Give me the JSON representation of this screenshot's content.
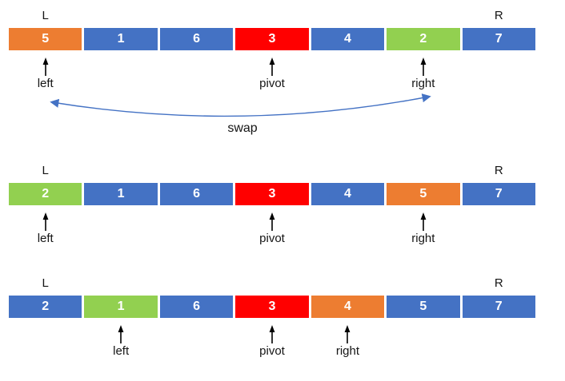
{
  "diagram": {
    "description": "quicksort-partition-steps",
    "colors": {
      "blue": "#4472C4",
      "orange": "#ED7D31",
      "red": "#FF0000",
      "green": "#92D050",
      "connector": "#4472C4",
      "pointer": "#000000"
    },
    "rows": [
      {
        "left_bound_label": "L",
        "right_bound_label": "R",
        "cells": [
          {
            "value": "5",
            "color": "orange"
          },
          {
            "value": "1",
            "color": "blue"
          },
          {
            "value": "6",
            "color": "blue"
          },
          {
            "value": "3",
            "color": "red"
          },
          {
            "value": "4",
            "color": "blue"
          },
          {
            "value": "2",
            "color": "green"
          },
          {
            "value": "7",
            "color": "blue"
          }
        ],
        "pointers": [
          {
            "label": "left",
            "cell": 0
          },
          {
            "label": "pivot",
            "cell": 3
          },
          {
            "label": "right",
            "cell": 5
          }
        ],
        "swap": {
          "label": "swap",
          "from_cell": 0,
          "to_cell": 5
        }
      },
      {
        "left_bound_label": "L",
        "right_bound_label": "R",
        "cells": [
          {
            "value": "2",
            "color": "green"
          },
          {
            "value": "1",
            "color": "blue"
          },
          {
            "value": "6",
            "color": "blue"
          },
          {
            "value": "3",
            "color": "red"
          },
          {
            "value": "4",
            "color": "blue"
          },
          {
            "value": "5",
            "color": "orange"
          },
          {
            "value": "7",
            "color": "blue"
          }
        ],
        "pointers": [
          {
            "label": "left",
            "cell": 0
          },
          {
            "label": "pivot",
            "cell": 3
          },
          {
            "label": "right",
            "cell": 5
          }
        ]
      },
      {
        "left_bound_label": "L",
        "right_bound_label": "R",
        "cells": [
          {
            "value": "2",
            "color": "blue"
          },
          {
            "value": "1",
            "color": "green"
          },
          {
            "value": "6",
            "color": "blue"
          },
          {
            "value": "3",
            "color": "red"
          },
          {
            "value": "4",
            "color": "orange"
          },
          {
            "value": "5",
            "color": "blue"
          },
          {
            "value": "7",
            "color": "blue"
          }
        ],
        "pointers": [
          {
            "label": "left",
            "cell": 1
          },
          {
            "label": "pivot",
            "cell": 3
          },
          {
            "label": "right",
            "cell": 4
          }
        ]
      }
    ]
  }
}
